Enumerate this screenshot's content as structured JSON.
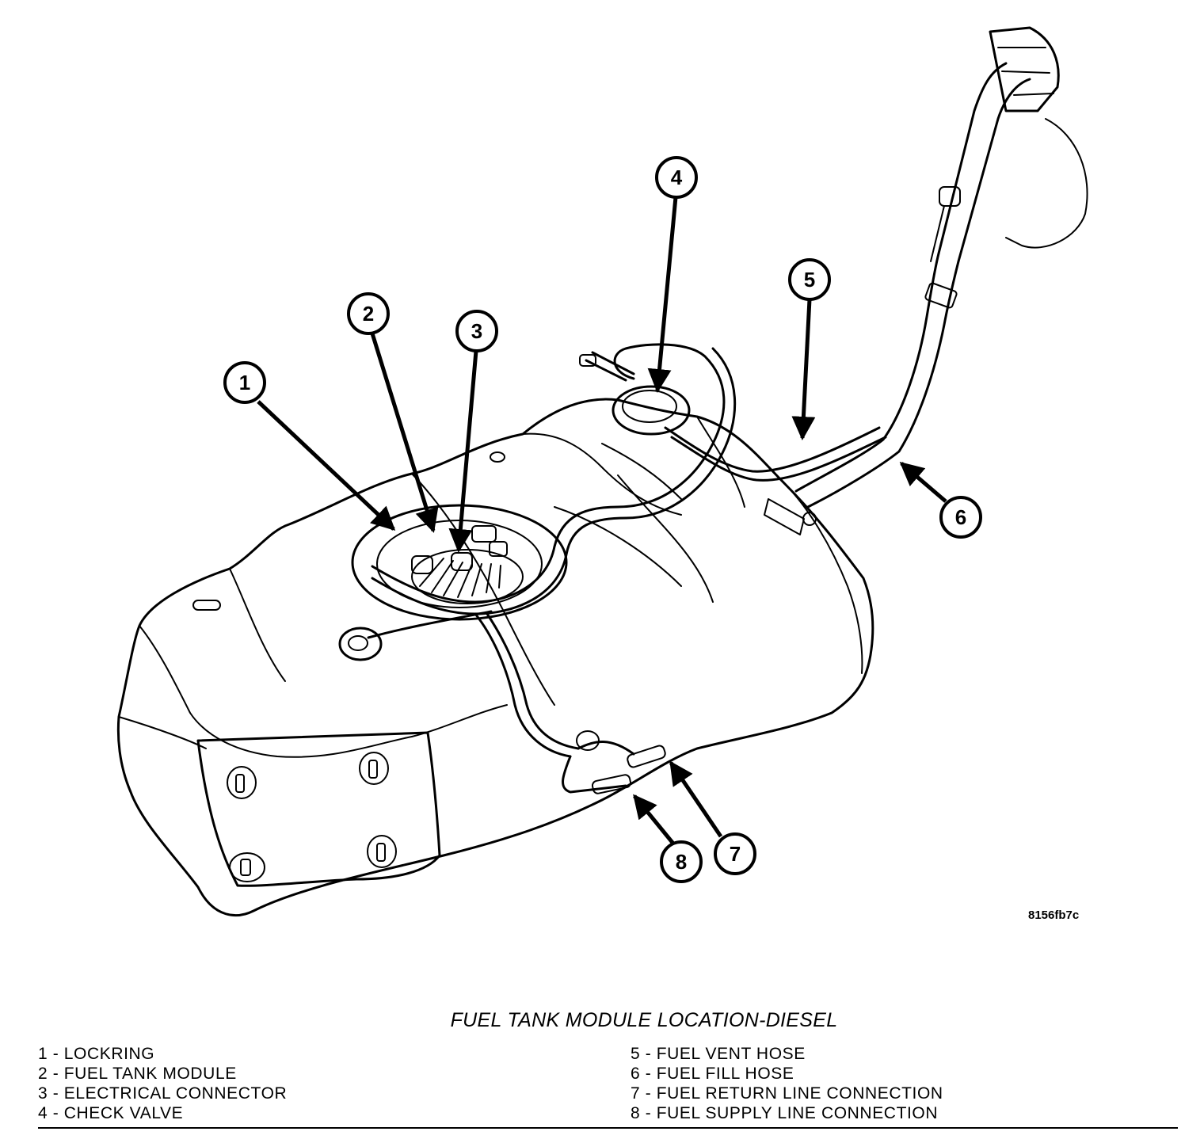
{
  "figure": {
    "id_code": "8156fb7c",
    "caption": "FUEL TANK MODULE LOCATION-DIESEL"
  },
  "callouts": [
    {
      "number": "1",
      "part": "LOCKRING"
    },
    {
      "number": "2",
      "part": "FUEL TANK MODULE"
    },
    {
      "number": "3",
      "part": "ELECTRICAL CONNECTOR"
    },
    {
      "number": "4",
      "part": "CHECK VALVE"
    },
    {
      "number": "5",
      "part": "FUEL VENT HOSE"
    },
    {
      "number": "6",
      "part": "FUEL FILL HOSE"
    },
    {
      "number": "7",
      "part": "FUEL RETURN LINE CONNECTION"
    },
    {
      "number": "8",
      "part": "FUEL SUPPLY LINE CONNECTION"
    }
  ],
  "legend": {
    "left": [
      "1 - LOCKRING",
      "2 - FUEL TANK MODULE",
      "3 - ELECTRICAL CONNECTOR",
      "4 - CHECK VALVE"
    ],
    "right": [
      "5 - FUEL VENT HOSE",
      "6 - FUEL FILL HOSE",
      "7 - FUEL RETURN LINE CONNECTION",
      "8 - FUEL SUPPLY LINE CONNECTION"
    ]
  }
}
